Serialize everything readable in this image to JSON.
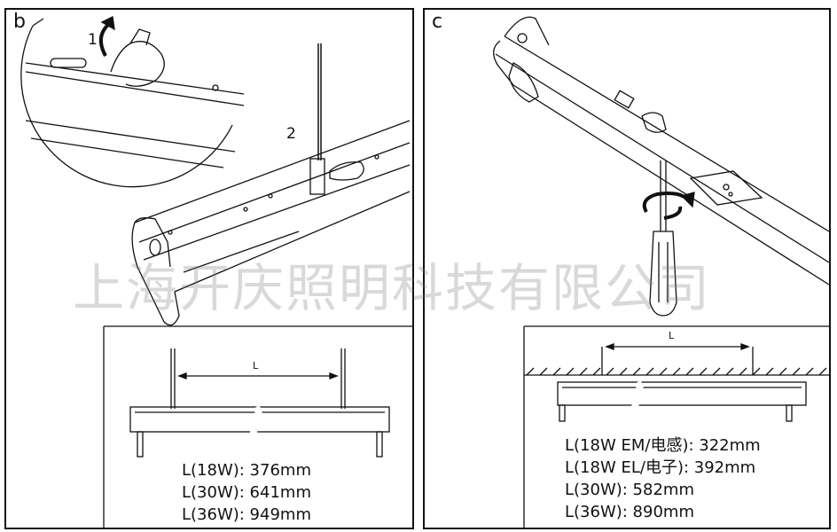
{
  "panel_b": {
    "letter": "b",
    "step_1": "1",
    "step_2": "2",
    "dimension_label": "L",
    "specs": [
      "L(18W): 376mm",
      "L(30W): 641mm",
      "L(36W): 949mm"
    ]
  },
  "panel_c": {
    "letter": "c",
    "dimension_label": "L",
    "specs": [
      "L(18W EM/电感): 322mm",
      "L(18W EL/电子): 392mm",
      "L(30W): 582mm",
      "L(36W): 890mm"
    ]
  },
  "watermark": "上海开庆照明科技有限公司",
  "colors": {
    "line": "#111111",
    "panel_background": "#ffffff",
    "watermark": "#b0b0b0"
  }
}
